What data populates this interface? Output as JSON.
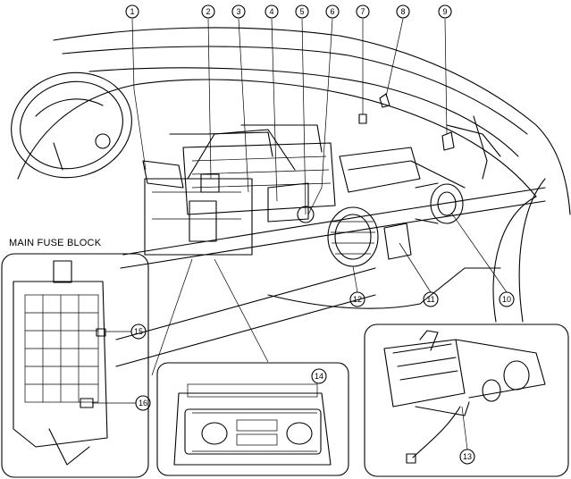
{
  "fuse_block_label": "MAIN FUSE BLOCK",
  "callouts": [
    {
      "id": "c1",
      "text": "1"
    },
    {
      "id": "c2",
      "text": "2"
    },
    {
      "id": "c3",
      "text": "3"
    },
    {
      "id": "c4",
      "text": "4"
    },
    {
      "id": "c5",
      "text": "5"
    },
    {
      "id": "c6",
      "text": "6"
    },
    {
      "id": "c7",
      "text": "7"
    },
    {
      "id": "c8",
      "text": "8"
    },
    {
      "id": "c9",
      "text": "9"
    },
    {
      "id": "c10",
      "text": "10"
    },
    {
      "id": "c11",
      "text": "11"
    },
    {
      "id": "c12",
      "text": "12"
    },
    {
      "id": "c13",
      "text": "13"
    },
    {
      "id": "c14",
      "text": "14"
    },
    {
      "id": "c15",
      "text": "15"
    },
    {
      "id": "c16",
      "text": "16"
    }
  ]
}
